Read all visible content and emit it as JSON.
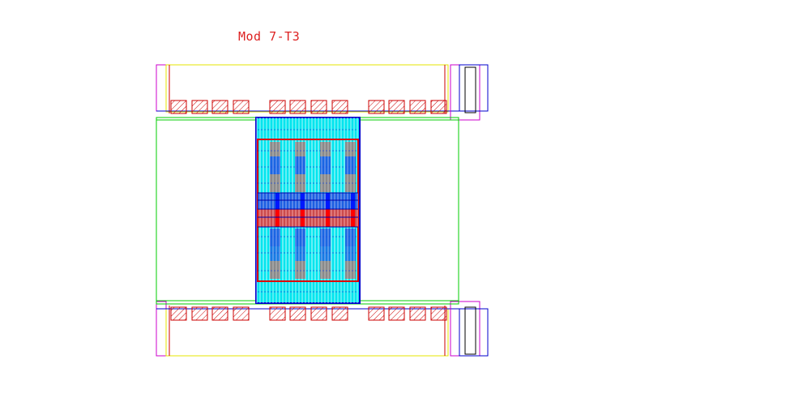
{
  "title": "Mod 7-T3",
  "colors": {
    "title": "#dd2222",
    "pad_hatch": "#cc0000",
    "outline_yellow": "#e6e600",
    "outline_magenta": "#cc00cc",
    "outline_blue": "#0000cc",
    "outline_green": "#00cc00",
    "outline_red": "#dd0000",
    "fill_cyan": "#00e5ee",
    "fill_blue": "#1f50e0",
    "fill_gray": "#8a8a8a",
    "fill_red": "#ff1010",
    "fill_white": "#ffffff"
  },
  "layout_elements": [
    "top-pad-row",
    "bottom-pad-row",
    "center-device-array",
    "right-contact-stack"
  ]
}
